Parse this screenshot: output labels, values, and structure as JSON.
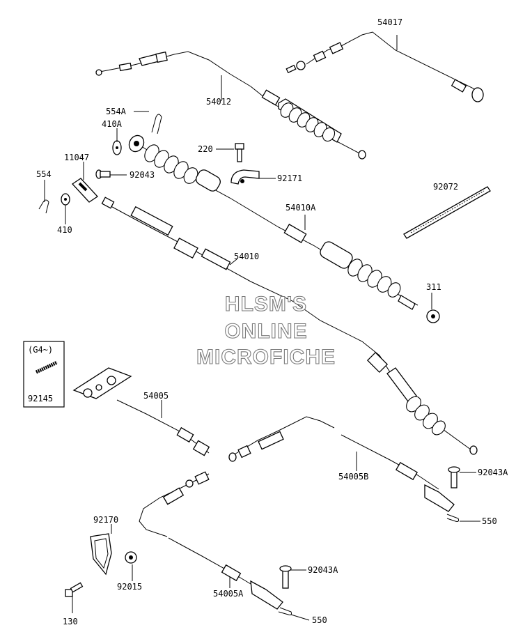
{
  "watermark": {
    "line1": "HLSM'S",
    "line2": "ONLINE",
    "line3": "MICROFICHE"
  },
  "inset_label": "(G4~)",
  "parts": [
    {
      "id": "p54017",
      "number": "54017"
    },
    {
      "id": "p54012",
      "number": "54012"
    },
    {
      "id": "p554A",
      "number": "554A"
    },
    {
      "id": "p410A",
      "number": "410A"
    },
    {
      "id": "p220",
      "number": "220"
    },
    {
      "id": "p11047",
      "number": "11047"
    },
    {
      "id": "p92043",
      "number": "92043"
    },
    {
      "id": "p92171",
      "number": "92171"
    },
    {
      "id": "p92072",
      "number": "92072"
    },
    {
      "id": "p554",
      "number": "554"
    },
    {
      "id": "p410",
      "number": "410"
    },
    {
      "id": "p54010A",
      "number": "54010A"
    },
    {
      "id": "p54010",
      "number": "54010"
    },
    {
      "id": "p311",
      "number": "311"
    },
    {
      "id": "p92145",
      "number": "92145"
    },
    {
      "id": "p54005",
      "number": "54005"
    },
    {
      "id": "p54005B",
      "number": "54005B"
    },
    {
      "id": "p92043A_1",
      "number": "92043A"
    },
    {
      "id": "p550_1",
      "number": "550"
    },
    {
      "id": "p92170",
      "number": "92170"
    },
    {
      "id": "p92015",
      "number": "92015"
    },
    {
      "id": "p92043A_2",
      "number": "92043A"
    },
    {
      "id": "p54005A",
      "number": "54005A"
    },
    {
      "id": "p130",
      "number": "130"
    },
    {
      "id": "p550_2",
      "number": "550"
    }
  ]
}
